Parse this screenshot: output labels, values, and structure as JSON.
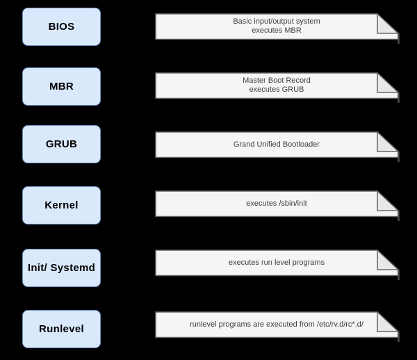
{
  "diagram": {
    "background_color": "#000000",
    "box_fill_color": "#dae8fc",
    "box_border_color": "#6c8ebf",
    "note_fill_color": "#f5f5f5",
    "note_fold_color": "#e8e8e8",
    "note_border_color": "#666666",
    "stages": [
      {
        "label": "BIOS",
        "note_line1": "Basic input/output system",
        "note_line2": "executes MBR"
      },
      {
        "label": "MBR",
        "note_line1": "Master Boot Record",
        "note_line2": "executes GRUB"
      },
      {
        "label": "GRUB",
        "note_line1": "Grand Unified Bootloader",
        "note_line2": ""
      },
      {
        "label": "Kernel",
        "note_line1": "executes /sbin/init",
        "note_line2": ""
      },
      {
        "label": "Init/ Systemd",
        "note_line1": "executes run level programs",
        "note_line2": ""
      },
      {
        "label": "Runlevel",
        "note_line1": "runlevel programs are executed from /etc/rv.d/rc*.d/",
        "note_line2": ""
      }
    ]
  }
}
